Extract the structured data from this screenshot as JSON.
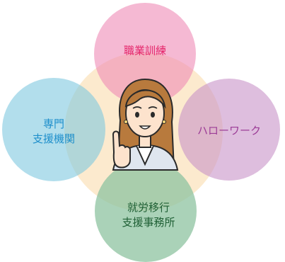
{
  "nodes": {
    "top": {
      "label": "職業訓練",
      "fill": "#ef8bb5",
      "text_color": "#e5256a"
    },
    "left": {
      "line1": "専門",
      "line2": "支援機関",
      "fill": "#7ec8df",
      "text_color": "#1e8fcb"
    },
    "right": {
      "label": "ハローワーク",
      "fill": "#c892c8",
      "text_color": "#9c3d97"
    },
    "bottom": {
      "line1": "就労移行",
      "line2": "支援事務所",
      "fill": "#8ec3a0",
      "text_color": "#1e5f34"
    }
  },
  "center": {
    "fill": "#fbe6c6",
    "icon": "woman-pointing-icon"
  }
}
